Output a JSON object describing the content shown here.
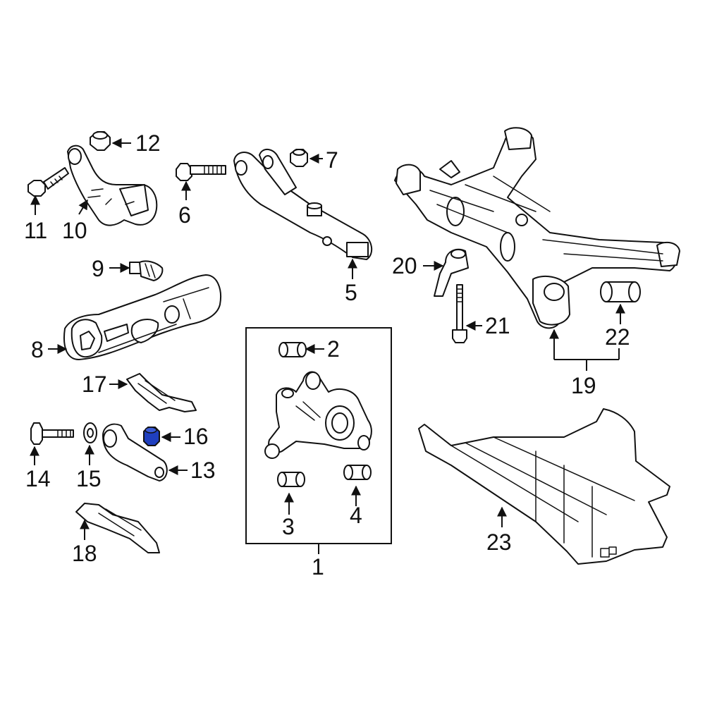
{
  "diagram": {
    "callouts": {
      "c1": "1",
      "c2": "2",
      "c3": "3",
      "c4": "4",
      "c5": "5",
      "c6": "6",
      "c7": "7",
      "c8": "8",
      "c9": "9",
      "c10": "10",
      "c11": "11",
      "c12": "12",
      "c13": "13",
      "c14": "14",
      "c15": "15",
      "c16": "16",
      "c17": "17",
      "c18": "18",
      "c19": "19",
      "c20": "20",
      "c21": "21",
      "c22": "22",
      "c23": "23"
    },
    "highlight_color": "#1f3fbf",
    "line_color": "#111111"
  }
}
